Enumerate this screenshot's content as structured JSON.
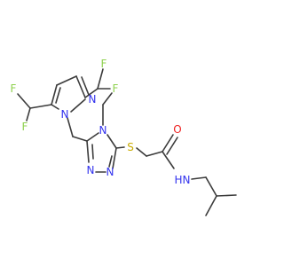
{
  "molecule": {
    "colors": {
      "bond": "#3b3b3b",
      "F": "#8fd14f",
      "N": "#3333ee",
      "O": "#ee2222",
      "S": "#c8aa00",
      "H": "#3333ee",
      "background": "#ffffff"
    },
    "atoms": {
      "f1": "F",
      "f2": "F",
      "f3": "F",
      "f4": "F",
      "n1": "N",
      "n2": "N",
      "n3": "N",
      "n4": "N",
      "n5": "N",
      "s1": "S",
      "o1": "O",
      "nh": "N",
      "h1": "H"
    }
  }
}
